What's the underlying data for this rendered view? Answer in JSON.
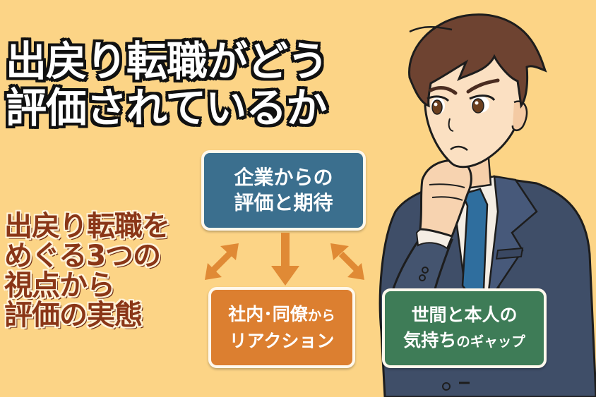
{
  "title": {
    "lines": [
      "出戻り転職がどう",
      "評価されているか"
    ]
  },
  "subtitle": {
    "lines": [
      "出戻り転職を",
      "めぐる3つの",
      "視点から",
      "評価の実態"
    ]
  },
  "boxes": {
    "company": {
      "lines": [
        "企業からの",
        "評価と期待"
      ],
      "color": "#3b6f8e"
    },
    "colleague": {
      "line1_main": "社内･同僚",
      "line1_small": "から",
      "line2": "リアクション",
      "color": "#dc7f30"
    },
    "gap": {
      "line1": "世間と本人の",
      "line2_main": "気持ち",
      "line2_small": "のギャップ",
      "color": "#3e7c57"
    }
  },
  "arrows": {
    "color": "#e08a35",
    "items": [
      "double-diagonal-left",
      "down",
      "double-diagonal-right"
    ]
  },
  "colors": {
    "background": "#fcd486",
    "title_fill": "#ffffff",
    "title_stroke": "#111111",
    "subtitle_fill": "#8a3617"
  },
  "character": {
    "description": "businessman in navy suit and blue tie, hand on chin, thinking"
  }
}
